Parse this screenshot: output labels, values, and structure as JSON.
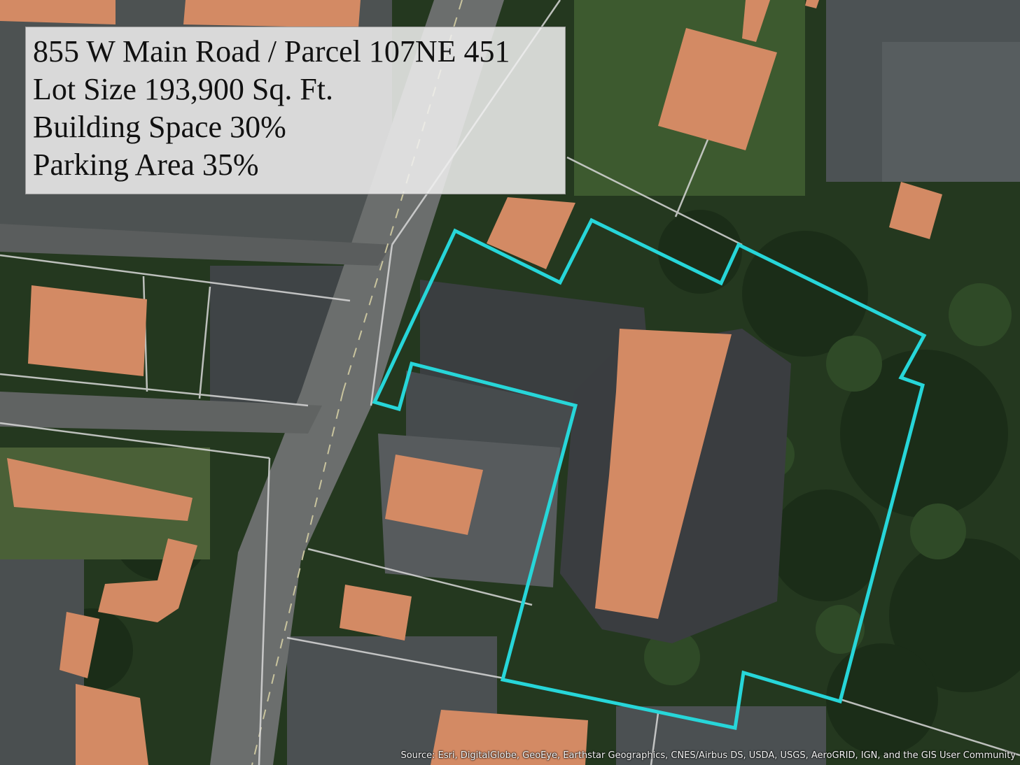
{
  "info": {
    "address_parcel": "855 W Main Road / Parcel 107NE 451",
    "lot_size": "Lot Size 193,900 Sq. Ft.",
    "building_space": "Building Space 30%",
    "parking_area": "Parking Area 35%"
  },
  "attribution": "Source: Esri, DigitalGlobe, GeoEye, Earthstar Geographics, CNES/Airbus DS, USDA, USGS, AeroGRID, IGN, and the GIS User Community",
  "colors": {
    "building_fill": "#d38a64",
    "parcel_outline": "#27d6d9",
    "parcel_lines": "#d8d8d8",
    "forest": "#22391d",
    "asphalt": "#3b3f42",
    "road": "#5b5e5e"
  }
}
